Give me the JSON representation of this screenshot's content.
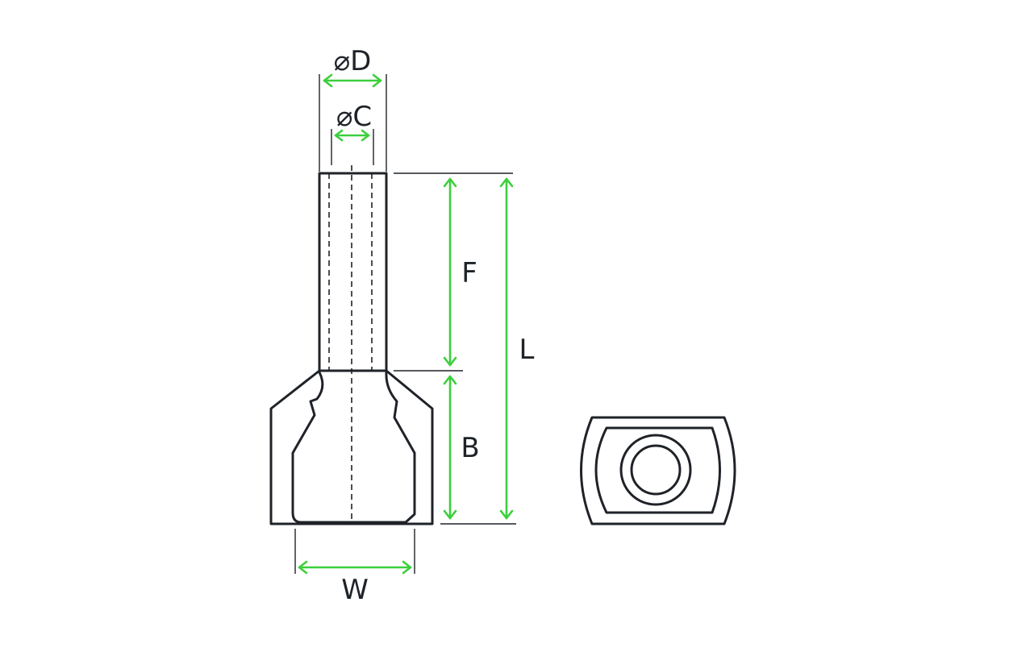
{
  "labels": {
    "outer_diameter": "⌀D",
    "inner_diameter": "⌀C",
    "tube_length": "F",
    "collar_length": "B",
    "total_length": "L",
    "collar_width": "W"
  },
  "colors": {
    "outline": "#1f2328",
    "dimension": "#3ccf3c",
    "background": "#ffffff"
  }
}
